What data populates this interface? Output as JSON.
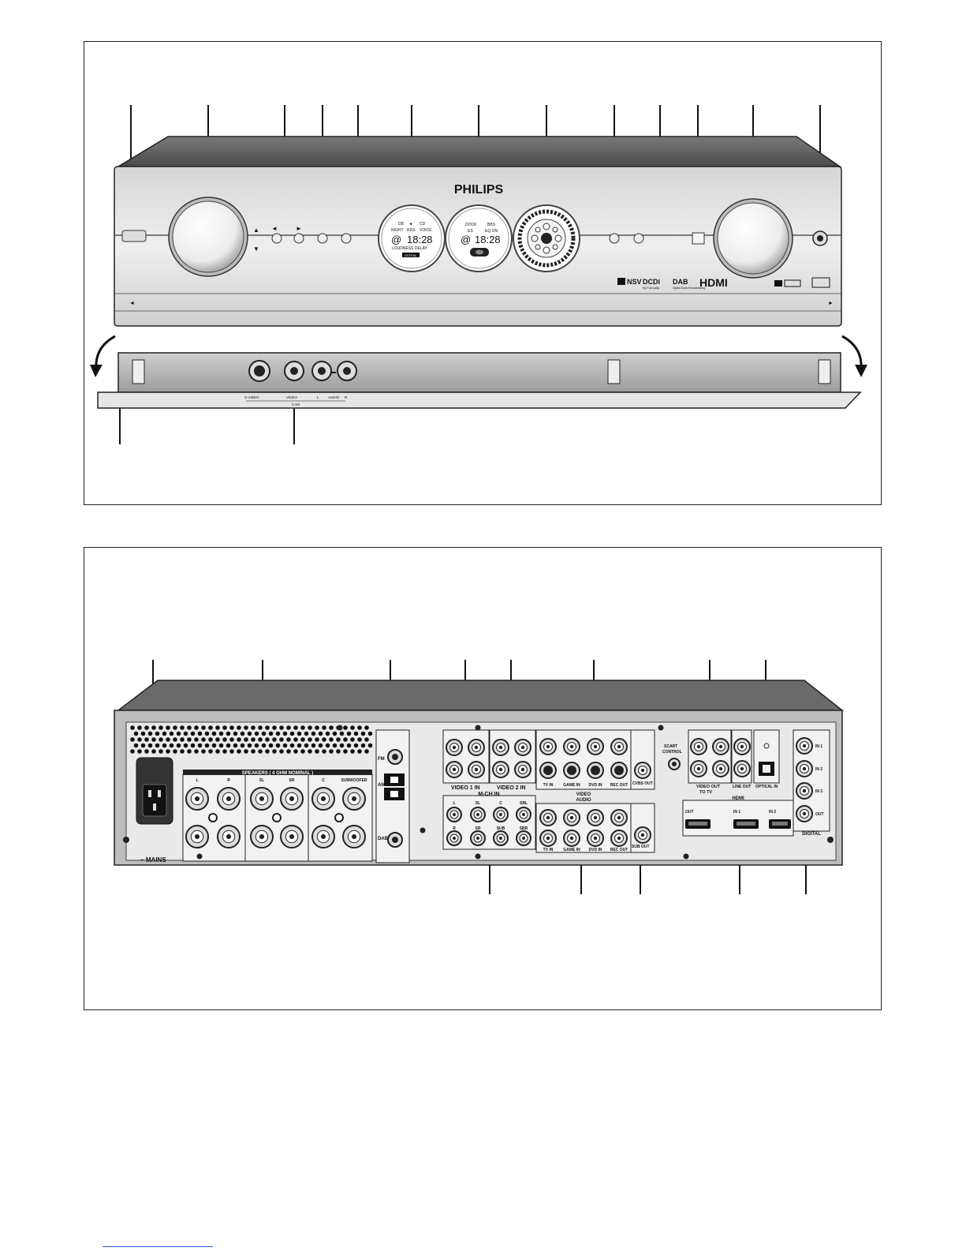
{
  "front": {
    "brand": "PHILIPS",
    "display_left": {
      "row1": [
        "DB",
        "◄",
        "CD"
      ],
      "row2": [
        "NIGHT",
        "RDS",
        "VOICE"
      ],
      "row3_left": "@",
      "row3_right": "18:28",
      "row4": "LOUDNESS        DELAY",
      "row5": "DIGITAL"
    },
    "display_mid": {
      "row1": [
        "DOCK",
        "BBS"
      ],
      "row2": [
        "ES",
        "EQ ON"
      ],
      "row3_left": "@",
      "row3_right": "18:28"
    },
    "arrows_left": {
      "up": "▲",
      "down": "▼",
      "prev": "◄",
      "next": "►"
    },
    "logos": [
      "NSV",
      "DCDi",
      "DAB",
      "HDMI"
    ],
    "logo_sub": [
      "by Faroudja",
      "Digital Audio Broadcasting"
    ],
    "door_arrows": {
      "left": "◄",
      "right": "►"
    },
    "aux_labels": [
      "S-VIDEO",
      "VIDEO",
      "L",
      "AUDIO",
      "R"
    ],
    "aux_group": "CAM"
  },
  "rear": {
    "mains": "~ MAINS",
    "speakers_title": "SPEAKERS ( 4 OHM NOMINAL )",
    "speaker_groups": [
      "L",
      "R",
      "SL",
      "SR",
      "C",
      "SUBWOOFER"
    ],
    "antenna": [
      "FM",
      "AM",
      "DAB"
    ],
    "video_inputs": [
      "VIDEO 1 IN",
      "VIDEO 2 IN"
    ],
    "mch_in": "M-CH IN",
    "mch_channels": [
      "L",
      "SL",
      "C",
      "SBL",
      "R",
      "SR",
      "SUB",
      "SBR"
    ],
    "video_group": "VIDEO",
    "video_row": [
      "TV IN",
      "GAME IN",
      "DVD IN",
      "REC OUT"
    ],
    "cvbs_out": "CVBS OUT",
    "audio_group": "AUDIO",
    "audio_row": [
      "TV IN",
      "GAME IN",
      "DVD IN",
      "REC OUT"
    ],
    "sub_out": "SUB OUT",
    "scart_control": [
      "SCART",
      "CONTROL"
    ],
    "video_out": "VIDEO OUT",
    "to_tv": "TO TV",
    "line_out": "LINE OUT",
    "optical_in": "OPTICAL IN",
    "hdmi_title": "HDMI",
    "hdmi_ports": [
      "OUT",
      "IN 1",
      "IN 2"
    ],
    "digital_ports": [
      "IN 1",
      "IN 2",
      "IN 3",
      "OUT"
    ],
    "digital_title": "DIGITAL"
  }
}
